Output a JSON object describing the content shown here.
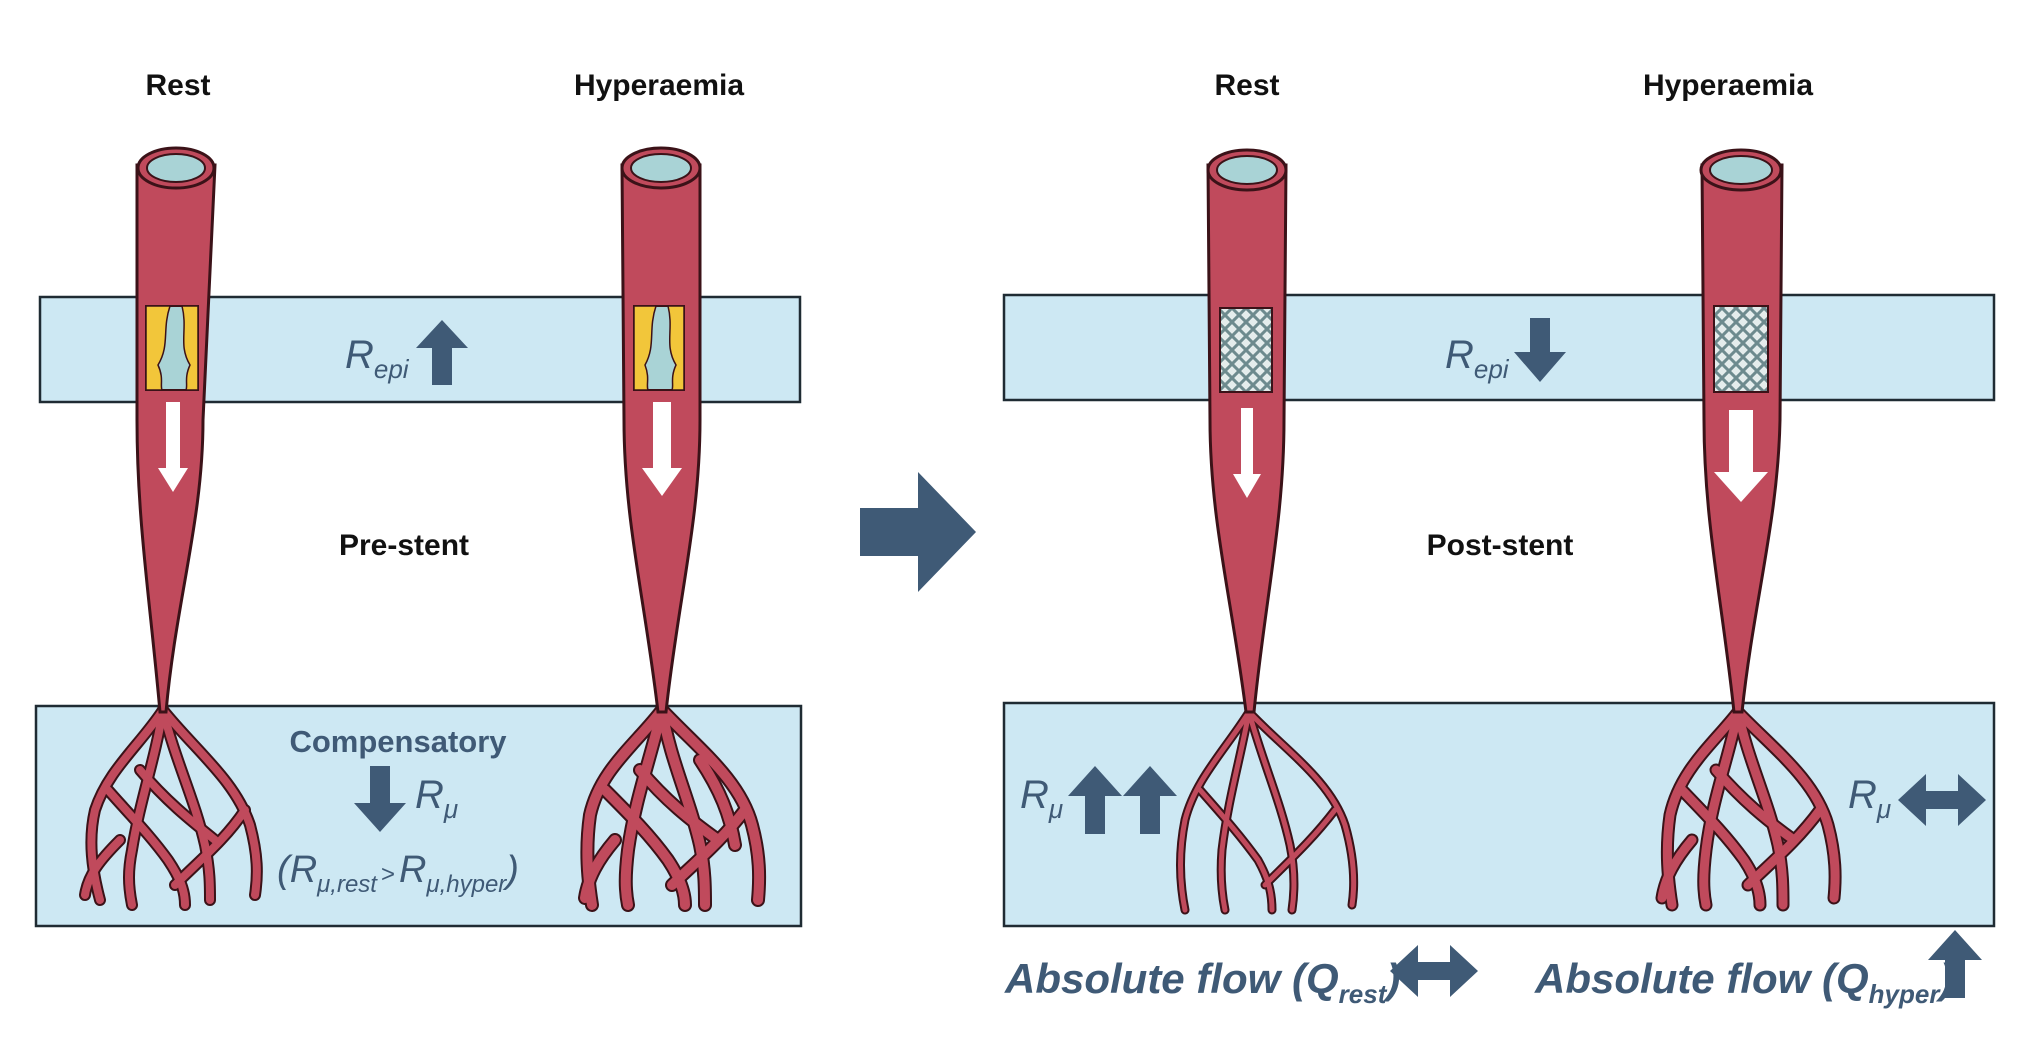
{
  "colors": {
    "band_fill": "#cde8f3",
    "band_stroke": "#1f2b33",
    "vessel": "#c04a5c",
    "vessel_stroke": "#3b1218",
    "lumen": "#a9d3d6",
    "plaque": "#f2c63a",
    "stent": "#7f9b9f",
    "arrow_blue": "#3f5a76",
    "text_blue": "#3f5a76"
  },
  "left_panel": {
    "rest_heading": "Rest",
    "hyper_heading": "Hyperaemia",
    "stage_label": "Pre-stent",
    "r_epi": {
      "base": "R",
      "sub": "epi",
      "arrow": "up"
    },
    "compensatory": "Compensatory",
    "r_mu": {
      "base": "R",
      "sub": "μ",
      "arrow": "down"
    },
    "inequality": {
      "open": "(",
      "left_base": "R",
      "left_sub": "μ,rest",
      "op": ">",
      "right_base": "R",
      "right_sub": "μ,hyper",
      "close": ")"
    }
  },
  "transition_arrow": "right-arrow-icon",
  "right_panel": {
    "rest_heading": "Rest",
    "hyper_heading": "Hyperaemia",
    "stage_label": "Post-stent",
    "r_epi": {
      "base": "R",
      "sub": "epi",
      "arrow": "down"
    },
    "r_mu_rest": {
      "base": "R",
      "sub": "μ",
      "arrows": "double-up"
    },
    "r_mu_hyper": {
      "base": "R",
      "sub": "μ",
      "arrow": "left-right"
    },
    "flow_rest": {
      "prefix": "Absolute flow (Q",
      "sub": "rest",
      "suffix": ")",
      "arrow": "left-right"
    },
    "flow_hyper": {
      "prefix": "Absolute flow (Q",
      "sub": "hyper",
      "suffix": ")",
      "arrow": "up"
    }
  }
}
